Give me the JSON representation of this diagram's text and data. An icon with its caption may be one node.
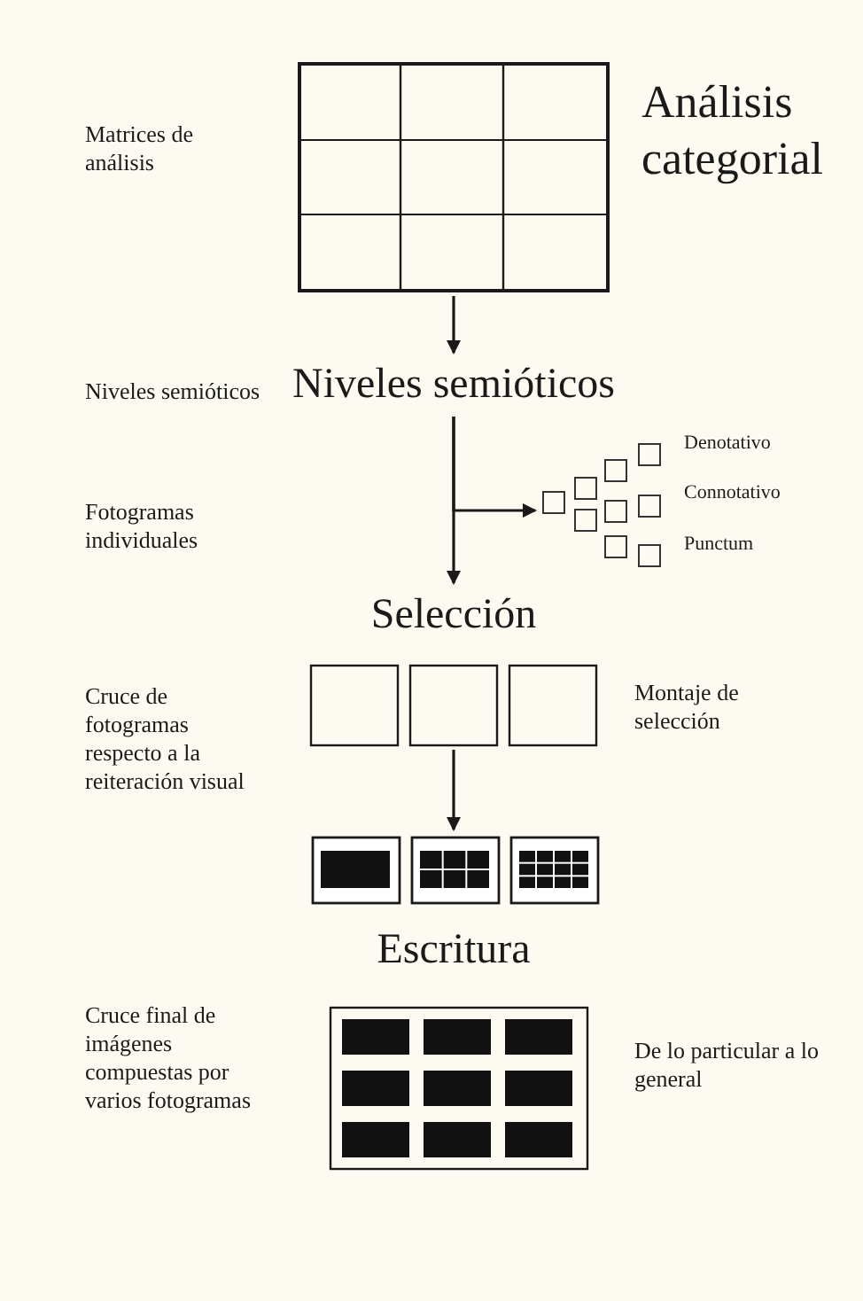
{
  "diagram": {
    "nodes": [
      {
        "text": [],
        "shape": "picture",
        "beside": [
          "Análisis categorial"
        ]
      },
      {
        "text": [
          "Niveles semióticos"
        ]
      },
      {
        "text": [],
        "shape": "picture",
        "beside": [
          "Denotativo",
          "Connotativo",
          "Punctum"
        ]
      },
      {
        "text": [
          "Selección"
        ]
      },
      {
        "text": [],
        "shape": "picture",
        "beside": [
          "Montaje de selección"
        ]
      },
      {
        "text": [],
        "shape": "picture"
      },
      {
        "text": [],
        "shape": "picture",
        "beside": [
          "De lo particular a lo general"
        ]
      }
    ],
    "edges": [
      {
        "from": 0,
        "to": 1,
        "arrow": "to"
      },
      {
        "from": 1,
        "to": 3,
        "arrow": "to"
      },
      {
        "from": 1,
        "to": 2,
        "arrow": "to"
      },
      {
        "from": 4,
        "to": 5,
        "arrow": "to"
      }
    ],
    "labels": [
      "Matrices de análisis",
      "Niveles semióticos",
      "Fotogramas individuales",
      "Cruce de fotogramas respecto a la reiteración visual",
      "Escritura",
      "Cruce final de imágenes compuestas por varios fotogramas"
    ]
  }
}
